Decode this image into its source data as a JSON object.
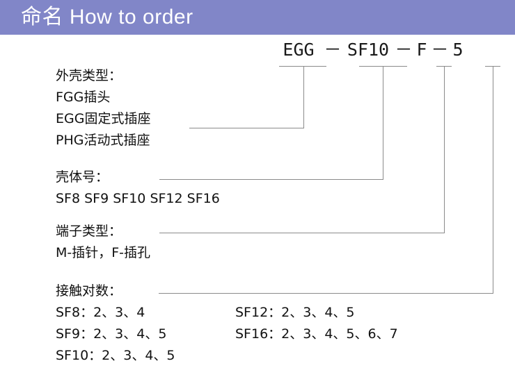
{
  "header": {
    "title": "命名 How to order",
    "background_color": "#8186c8",
    "text_color": "#ffffff"
  },
  "part_code": {
    "separator": "－",
    "segments": [
      {
        "name": "shell-type",
        "value": "EGG"
      },
      {
        "name": "shell-size",
        "value": "SF10"
      },
      {
        "name": "contact-type",
        "value": "F"
      },
      {
        "name": "contact-count",
        "value": "5"
      }
    ]
  },
  "blocks": [
    {
      "key": "shell_type",
      "title": "外壳类型：",
      "lines": [
        "FGG插头",
        "EGG固定式插座",
        "PHG活动式插座"
      ]
    },
    {
      "key": "shell_number",
      "title": "壳体号：",
      "lines": [
        "SF8 SF9 SF10 SF12 SF16"
      ]
    },
    {
      "key": "terminal_type",
      "title": "端子类型：",
      "lines": [
        "M-插针，F-插孔"
      ]
    },
    {
      "key": "contact_pairs",
      "title": "接触对数：",
      "left_column": [
        "SF8：2、3、4",
        "SF9：2、3、4、5",
        "SF10：2、3、4、5"
      ],
      "right_column": [
        "SF12：2、3、4、5",
        "SF16：2、3、4、5、6、7"
      ]
    }
  ],
  "leader_line_color": "#8a8a8a"
}
